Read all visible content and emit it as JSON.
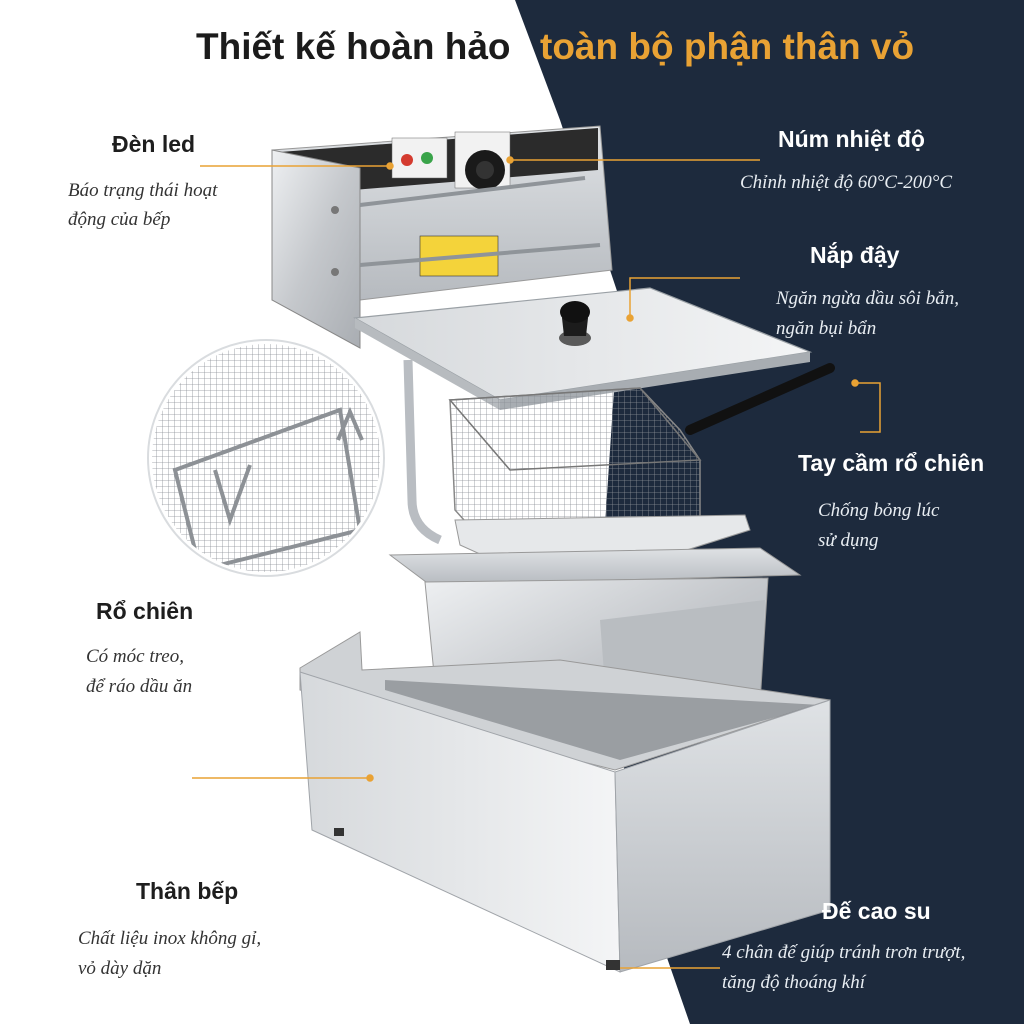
{
  "title": {
    "left": "Thiết kế hoàn hảo",
    "right": "toàn bộ phận thân vỏ"
  },
  "colors": {
    "navy": "#1d2a3d",
    "accent": "#e9a234",
    "steel": "#c9ccd0"
  },
  "features": {
    "led": {
      "label": "Đèn led",
      "desc": [
        "Báo trạng thái hoạt",
        "động của bếp"
      ]
    },
    "knob": {
      "label": "Núm nhiệt độ",
      "desc": [
        "Chỉnh nhiệt độ 60°C-200°C"
      ]
    },
    "lid": {
      "label": "Nắp đậy",
      "desc": [
        "Ngăn ngừa dầu sôi bắn,",
        "ngăn bụi bẩn"
      ]
    },
    "handle": {
      "label": "Tay cầm rổ chiên",
      "desc": [
        "Chống bỏng lúc",
        "sử dụng"
      ]
    },
    "basket": {
      "label": "Rổ chiên",
      "desc": [
        "Có móc treo,",
        "để ráo dầu ăn"
      ]
    },
    "body": {
      "label": "Thân bếp",
      "desc": [
        "Chất liệu inox không gỉ,",
        "vỏ dày dặn"
      ]
    },
    "feet": {
      "label": "Đế cao su",
      "desc": [
        "4 chân đế giúp tránh trơn trượt,",
        "tăng độ thoáng khí"
      ]
    }
  },
  "product_icons": [
    "control-panel",
    "indicator-lights",
    "temperature-knob",
    "warning-label",
    "lid-knob",
    "fry-basket",
    "oil-tank",
    "main-body"
  ]
}
